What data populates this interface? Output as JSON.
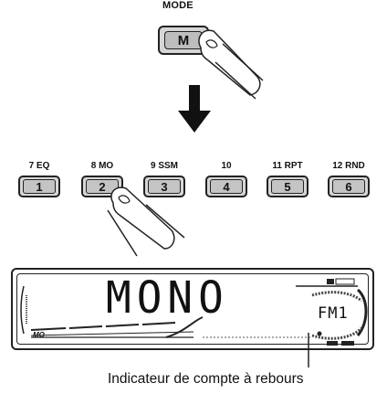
{
  "mode_section": {
    "label": "MODE",
    "button_label": "M"
  },
  "presets": [
    {
      "label": "7 EQ",
      "number": "1"
    },
    {
      "label": "8 MO",
      "number": "2"
    },
    {
      "label": "9 SSM",
      "number": "3"
    },
    {
      "label": "10",
      "number": "4"
    },
    {
      "label": "11 RPT",
      "number": "5"
    },
    {
      "label": "12 RND",
      "number": "6"
    }
  ],
  "display": {
    "main_text": "MONO",
    "mo_indicator": "MO",
    "band_text": "FM1"
  },
  "caption": "Indicateur de compte à rebours"
}
